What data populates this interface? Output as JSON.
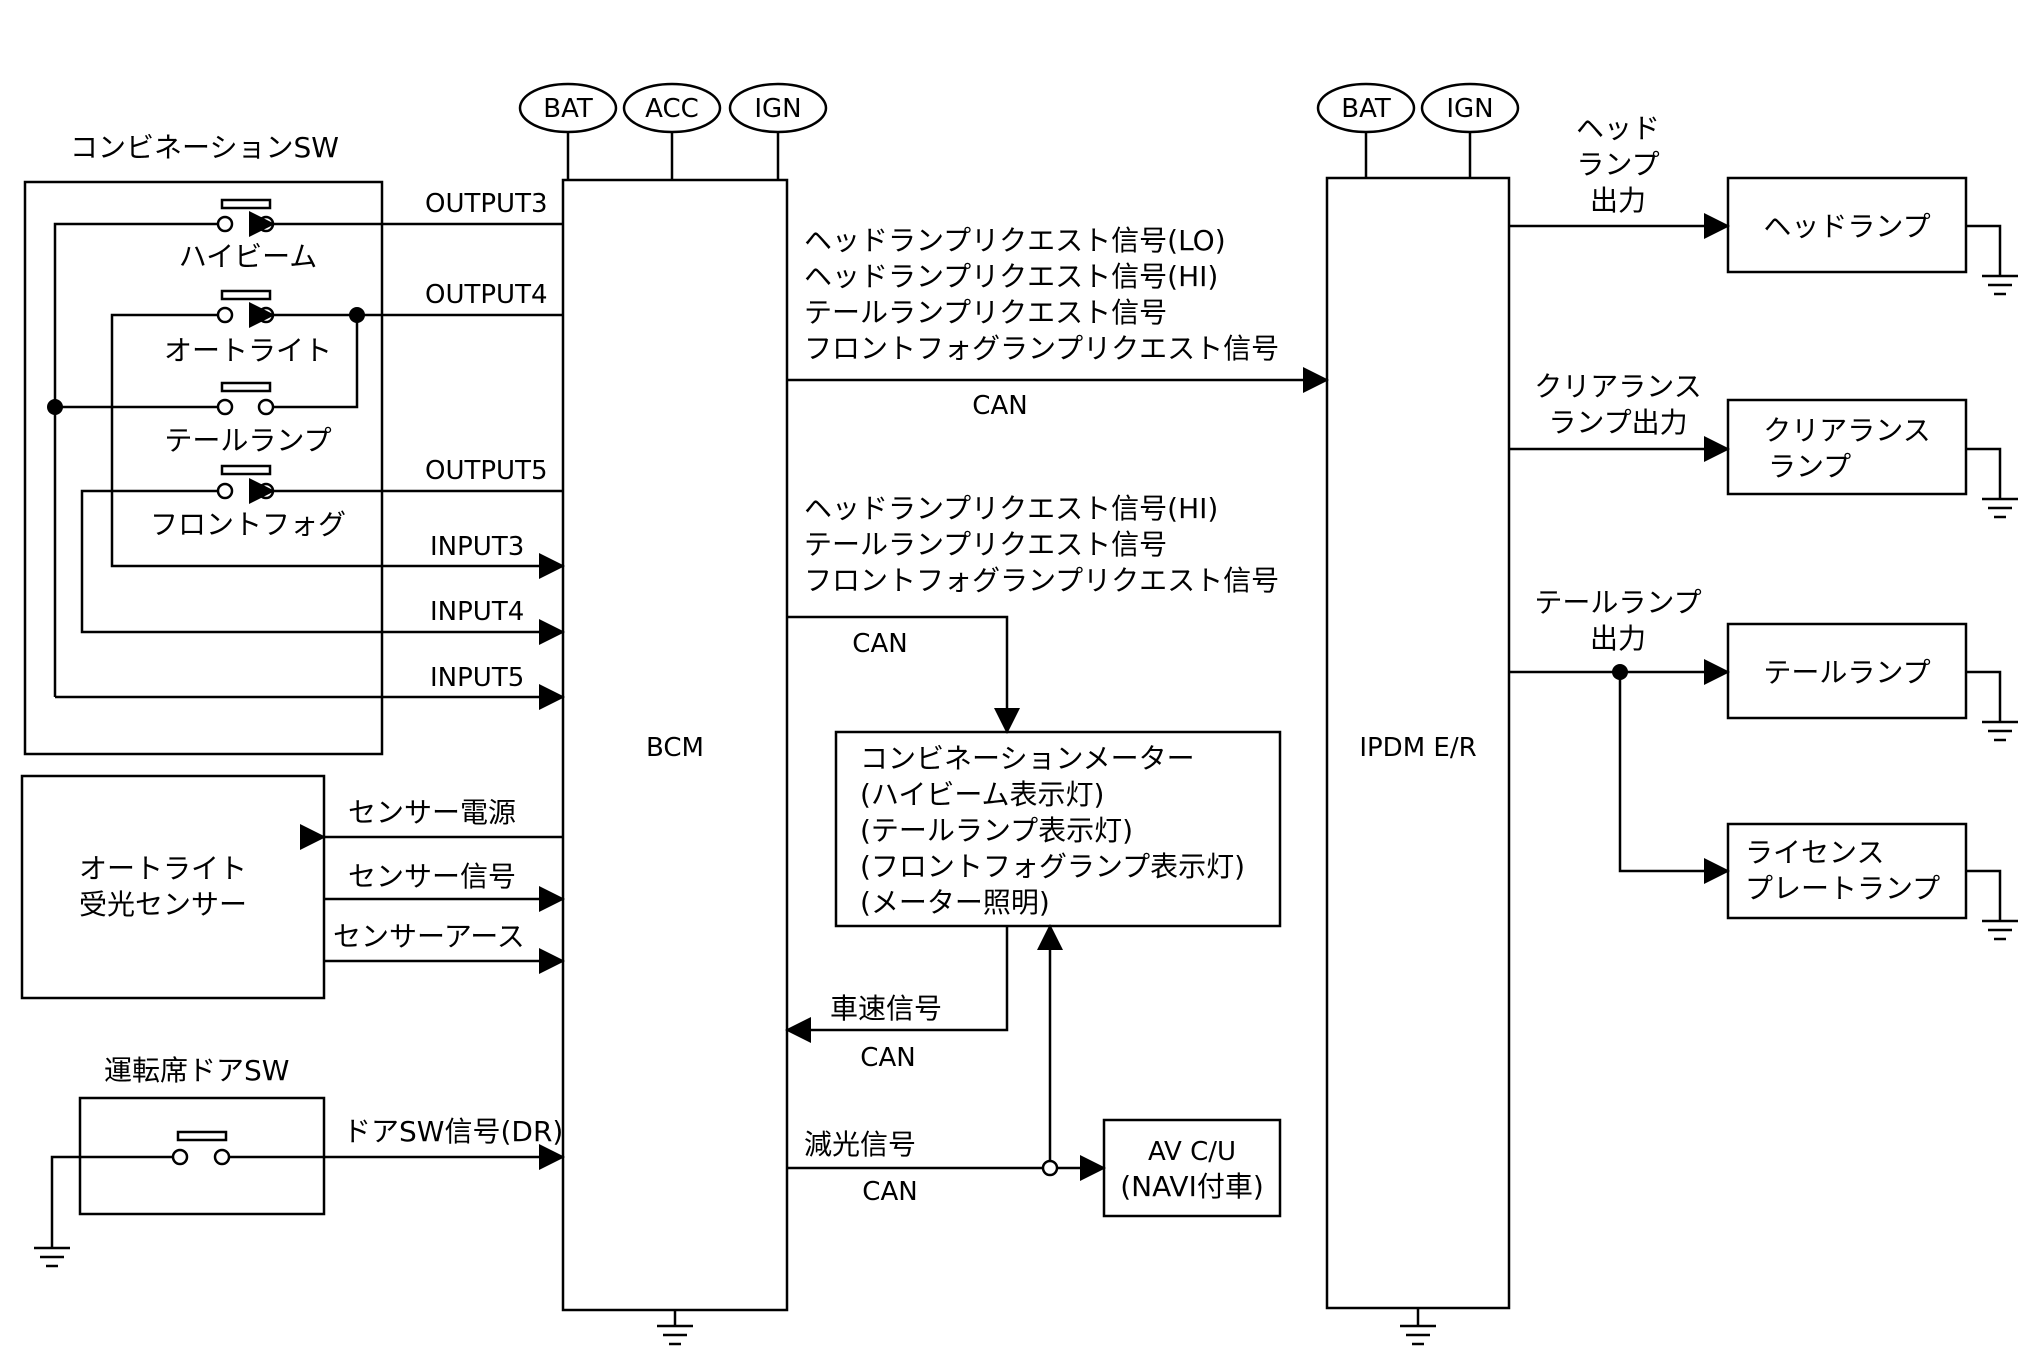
{
  "power": {
    "bat": "BAT",
    "acc": "ACC",
    "ign": "IGN"
  },
  "combination_sw": {
    "title": "コンビネーションSW",
    "high_beam": "ハイビーム",
    "auto_light": "オートライト",
    "tail_lamp": "テールランプ",
    "front_fog": "フロントフォグ"
  },
  "bcm": {
    "name": "BCM",
    "output3": "OUTPUT3",
    "output4": "OUTPUT4",
    "output5": "OUTPUT5",
    "input3": "INPUT3",
    "input4": "INPUT4",
    "input5": "INPUT5"
  },
  "sensor": {
    "name_line1": "オートライト",
    "name_line2": "受光センサー",
    "power": "センサー電源",
    "signal": "センサー信号",
    "ground": "センサーアース"
  },
  "door_sw": {
    "title": "運転席ドアSW",
    "signal": "ドアSW信号(DR)"
  },
  "can_to_ipdm": {
    "lines": [
      "ヘッドランプリクエスト信号(LO)",
      "ヘッドランプリクエスト信号(HI)",
      "テールランプリクエスト信号",
      "フロントフォグランプリクエスト信号"
    ],
    "can": "CAN"
  },
  "can_to_meter": {
    "lines": [
      "ヘッドランプリクエスト信号(HI)",
      "テールランプリクエスト信号",
      "フロントフォグランプリクエスト信号"
    ],
    "can": "CAN"
  },
  "meter": {
    "lines": [
      "コンビネーションメーター",
      "(ハイビーム表示灯)",
      "(テールランプ表示灯)",
      "(フロントフォグランプ表示灯)",
      "(メーター照明)"
    ]
  },
  "speed": {
    "signal": "車速信号",
    "can": "CAN"
  },
  "dimmer": {
    "signal": "減光信号",
    "can": "CAN"
  },
  "av": {
    "line1": "AV C/U",
    "line2": "(NAVI付車)"
  },
  "ipdm": {
    "name": "IPDM E/R"
  },
  "outputs": {
    "head_out": [
      "ヘッド",
      "ランプ",
      "出力"
    ],
    "head_lamp": "ヘッドランプ",
    "clearance_out": [
      "クリアランス",
      "ランプ出力"
    ],
    "clearance_lamp": [
      "クリアランス",
      "ランプ"
    ],
    "tail_out": [
      "テールランプ",
      "出力"
    ],
    "tail_lamp": "テールランプ",
    "license_lamp": [
      "ライセンス",
      "プレートランプ"
    ]
  }
}
